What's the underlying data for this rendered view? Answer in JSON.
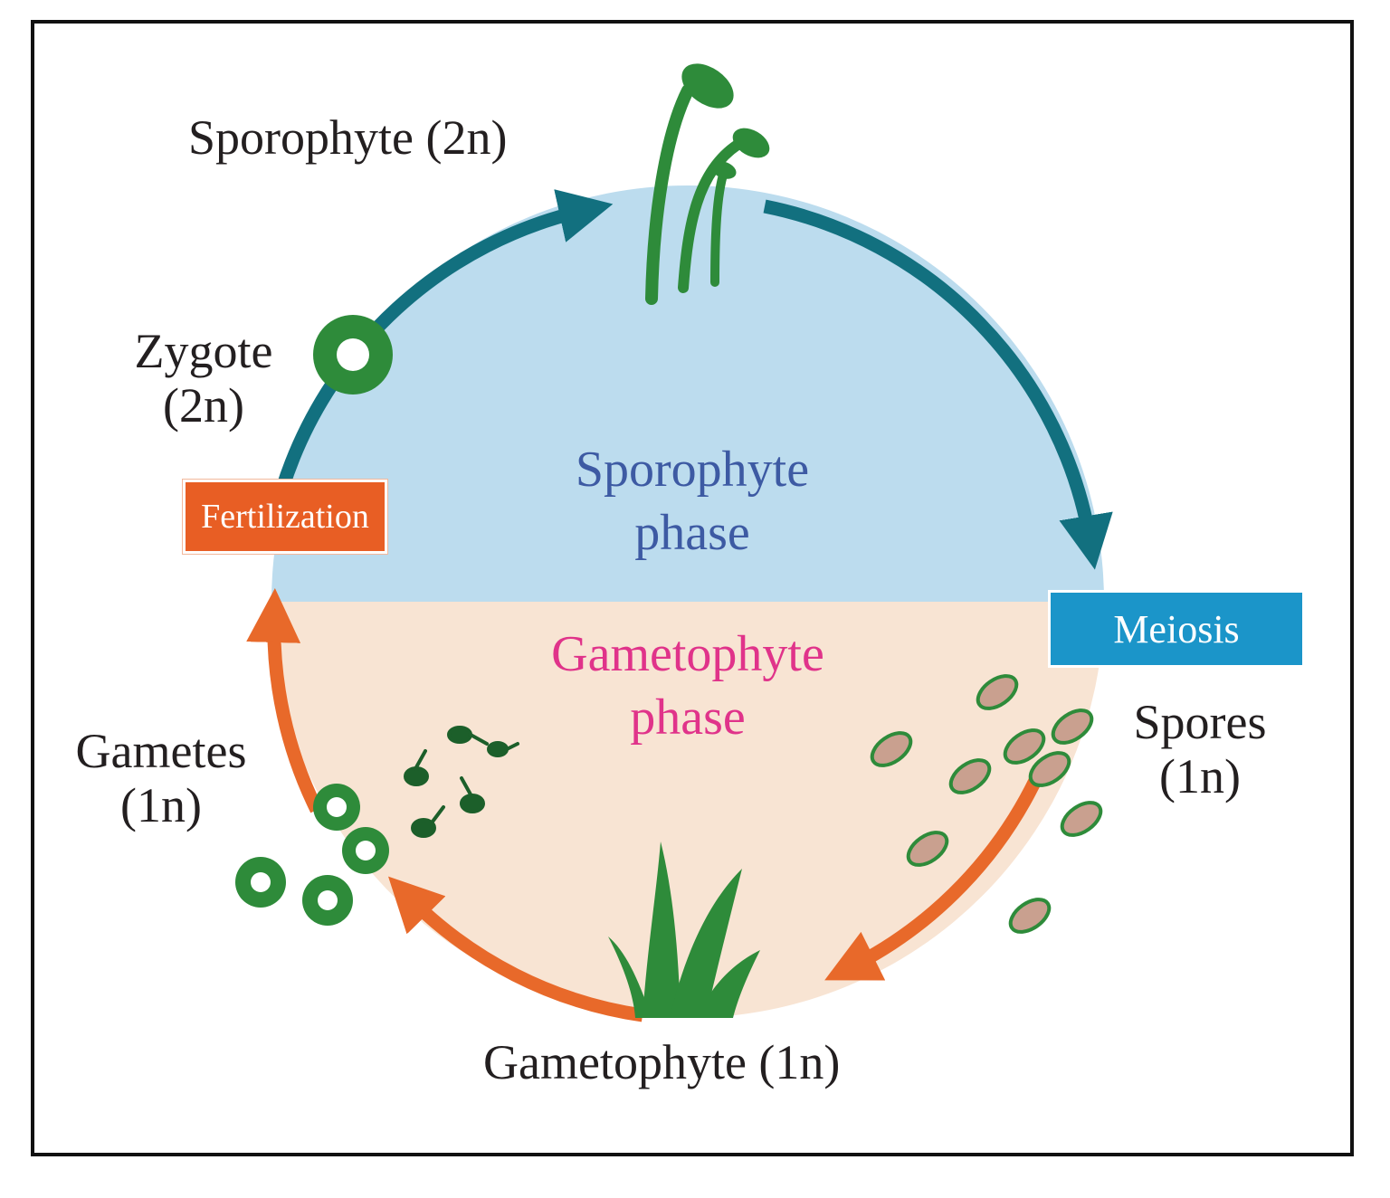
{
  "labels": {
    "sporophyte": "Sporophyte (2n)",
    "zygote_line1": "Zygote",
    "zygote_line2": "(2n)",
    "sporophyte_phase_line1": "Sporophyte",
    "sporophyte_phase_line2": "phase",
    "gametophyte_phase_line1": "Gametophyte",
    "gametophyte_phase_line2": "phase",
    "gametes_line1": "Gametes",
    "gametes_line2": "(1n)",
    "spores_line1": "Spores",
    "spores_line2": "(1n)",
    "gametophyte": "Gametophyte (1n)",
    "fertilization": "Fertilization",
    "meiosis": "Meiosis"
  },
  "colors": {
    "sporophyte_phase_fill": "#bcdcee",
    "gametophyte_phase_fill": "#f8e4d3",
    "sporophyte_arrow": "#12707f",
    "gametophyte_arrow": "#e8692a",
    "plant_green": "#2e8b3a",
    "spore_fill": "#c9a08f",
    "sporophyte_phase_text": "#3d5aa3",
    "gametophyte_phase_text": "#e0338a",
    "fertilization_box": "#e85e24",
    "meiosis_box": "#1b95c9"
  }
}
